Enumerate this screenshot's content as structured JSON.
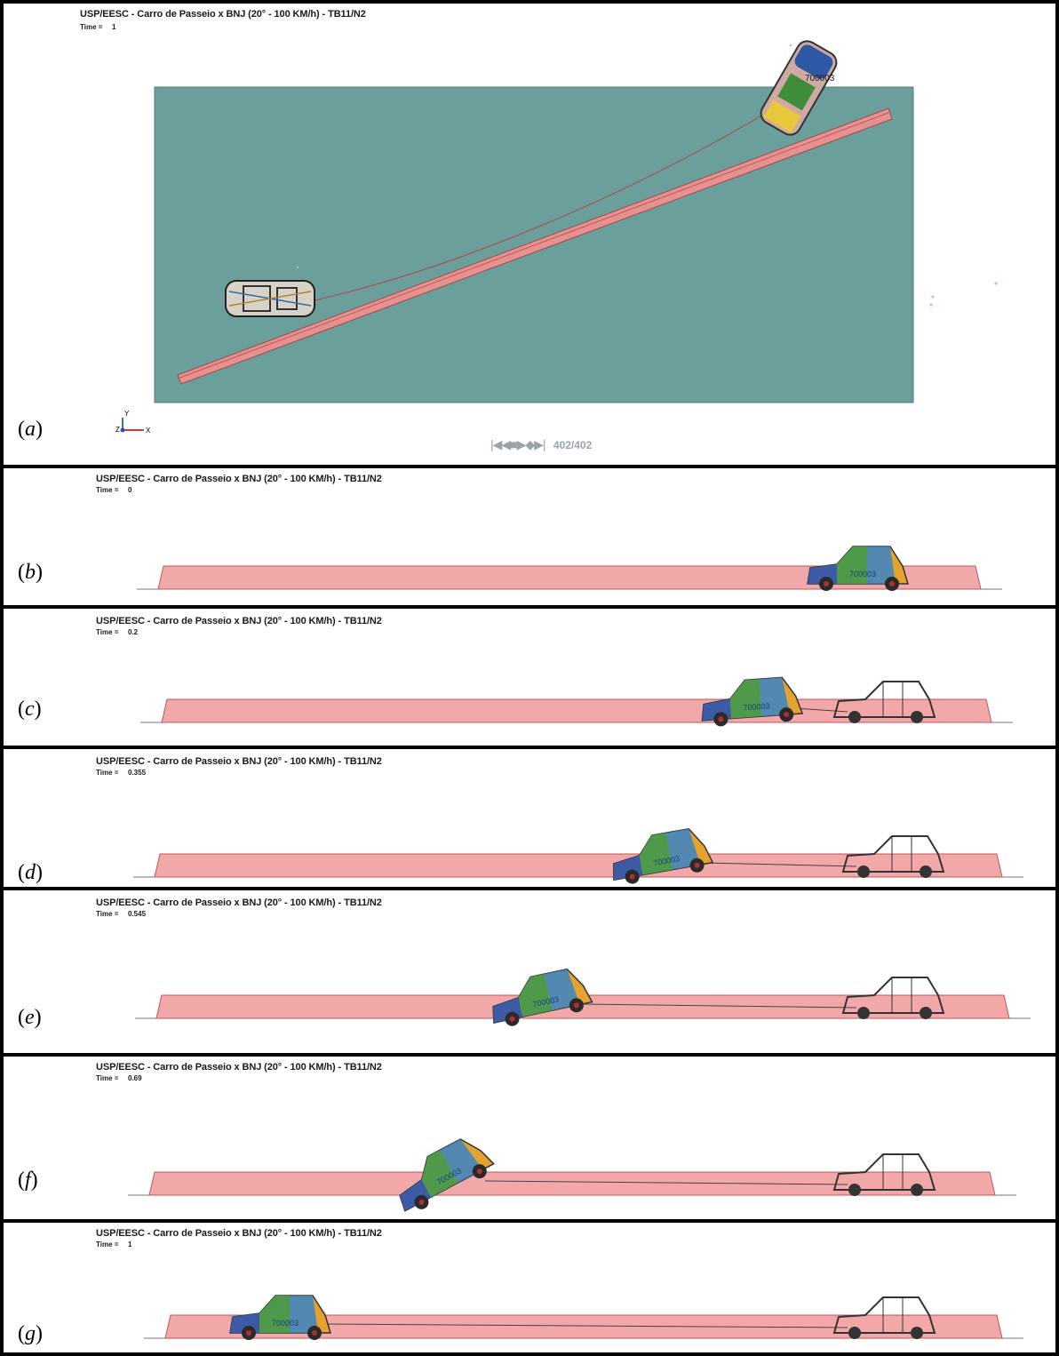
{
  "simulation_title": "USP/EESC - Carro de Passeio x BNJ (20° - 100 KM/h) - TB11/N2",
  "time_label": "Time =",
  "vehicle_id": "700003",
  "playback": {
    "icon": "playback-controls-icon",
    "frame_counter": "402/402"
  },
  "axes": {
    "y": "Y",
    "x": "X",
    "z": "Z"
  },
  "colors": {
    "ground": "#6b9f9b",
    "barrier": "#f2a8a8",
    "barrier_edge": "#b85a5a"
  },
  "panels": [
    {
      "label_open": "(",
      "label": "a",
      "label_close": ")",
      "time": "1"
    },
    {
      "label_open": "(",
      "label": "b",
      "label_close": ")",
      "time": "0"
    },
    {
      "label_open": "(",
      "label": "c",
      "label_close": ")",
      "time": "0.2"
    },
    {
      "label_open": "(",
      "label": "d",
      "label_close": ")",
      "time": "0.355"
    },
    {
      "label_open": "(",
      "label": "e",
      "label_close": ")",
      "time": "0.545"
    },
    {
      "label_open": "(",
      "label": "f",
      "label_close": ")",
      "time": "0.69"
    },
    {
      "label_open": "(",
      "label": "g",
      "label_close": ")",
      "time": "1"
    }
  ]
}
